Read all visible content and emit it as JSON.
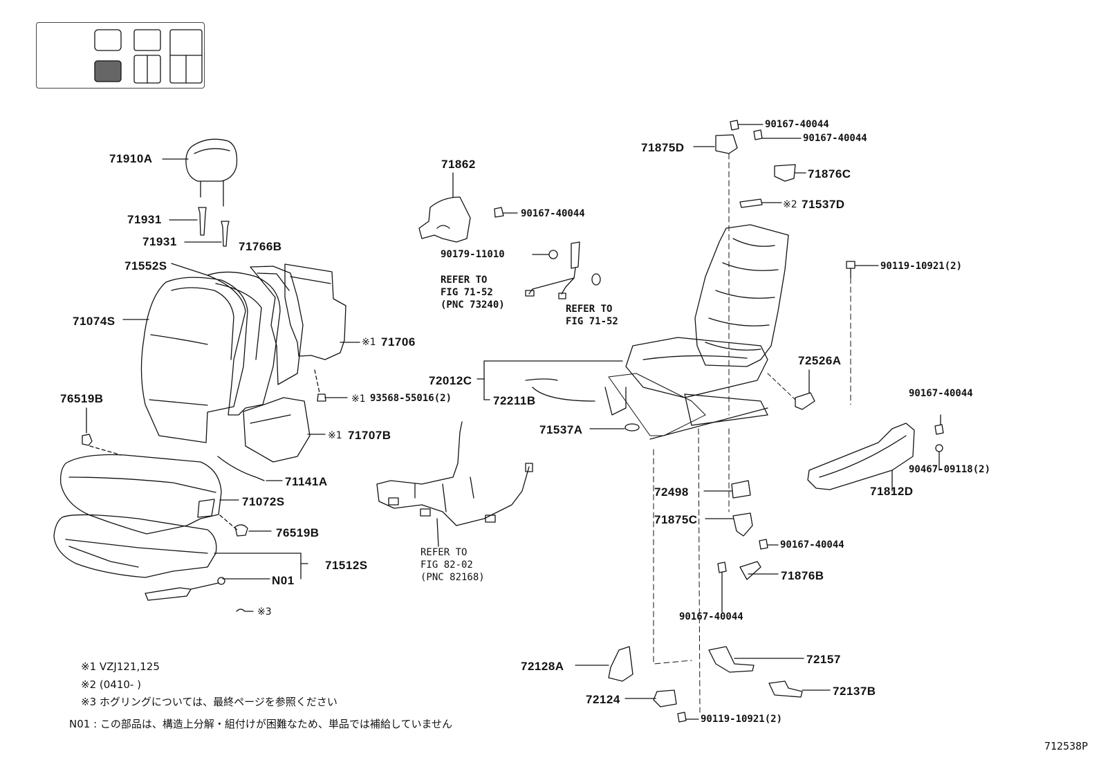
{
  "parts": {
    "p71910A": "71910A",
    "p71931a": "71931",
    "p71931b": "71931",
    "p71766B": "71766B",
    "p71552S": "71552S",
    "p71074S": "71074S",
    "p71706": "71706",
    "p93568": "93568-55016(2)",
    "p71707B": "71707B",
    "p76519B_top": "76519B",
    "p71141A": "71141A",
    "p71072S": "71072S",
    "p76519B_bot": "76519B",
    "p71512S": "71512S",
    "pN01": "N01",
    "p71862": "71862",
    "p90167_a": "90167-40044",
    "p90179": "90179-11010",
    "p72012C": "72012C",
    "p72211B": "72211B",
    "p71537A": "71537A",
    "p90167_top1": "90167-40044",
    "p90167_top2": "90167-40044",
    "p71875D": "71875D",
    "p71876C": "71876C",
    "p71537D": "71537D",
    "p90119_a": "90119-10921(2)",
    "p72526A": "72526A",
    "p90167_r": "90167-40044",
    "p90467": "90467-09118(2)",
    "p71812D": "71812D",
    "p72498": "72498",
    "p71875C": "71875C",
    "p90167_m": "90167-40044",
    "p71876B": "71876B",
    "p90167_b": "90167-40044",
    "p72128A": "72128A",
    "p72157": "72157",
    "p72124": "72124",
    "p72137B": "72137B",
    "p90119_b": "90119-10921(2)"
  },
  "marks": {
    "m1": "※1",
    "m2": "※2",
    "m3": "※3"
  },
  "refs": {
    "ref1": "REFER TO\nFIG 71-52\n(PNC 73240)",
    "ref2": "REFER TO\nFIG 71-52",
    "ref3": "REFER TO\nFIG 82-02\n(PNC 82168)"
  },
  "notes": {
    "n1": "※1 VZJ121,125",
    "n2": "※2 (0410-     )",
    "n3": "※3 ホグリングについては、最終ページを参照ください",
    "n4": "N01 :  この部品は、構造上分解・組付けが困難なため、単品では補給していません"
  },
  "figure_id": "712538P"
}
